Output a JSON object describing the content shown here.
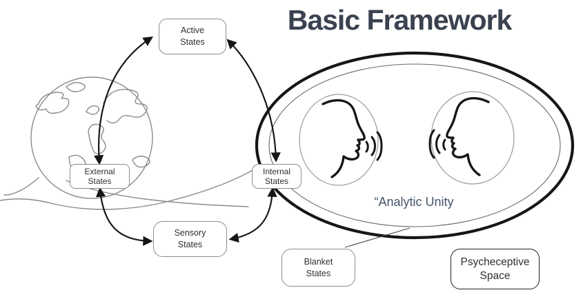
{
  "title": "Basic Framework",
  "labels": {
    "analytic_unity": "“Analytic Unity"
  },
  "nodes": {
    "active": {
      "line1": "Active",
      "line2": "States"
    },
    "external": {
      "line1": "External",
      "line2": "States"
    },
    "internal": {
      "line1": "Internal",
      "line2": "States"
    },
    "sensory": {
      "line1": "Sensory",
      "line2": "States"
    },
    "blanket": {
      "line1": "Blanket",
      "line2": "States"
    },
    "psycheceptive": {
      "line1": "Psycheceptive",
      "line2": "Space"
    }
  },
  "icons": {
    "globe": "globe-line-art-icon",
    "left_face": "speaking-profile-right-facing-icon",
    "right_face": "speaking-profile-left-facing-icon"
  },
  "colors": {
    "background": "#ffffff",
    "title_text": "#3a4250",
    "analytic_unity_text": "#44546a",
    "box_text": "#2f2f2f",
    "box_border_gray": "#8c8c8c",
    "space_border": "#1f1f1f",
    "line_art_gray": "#8a8a8a",
    "ink": "#161616"
  }
}
